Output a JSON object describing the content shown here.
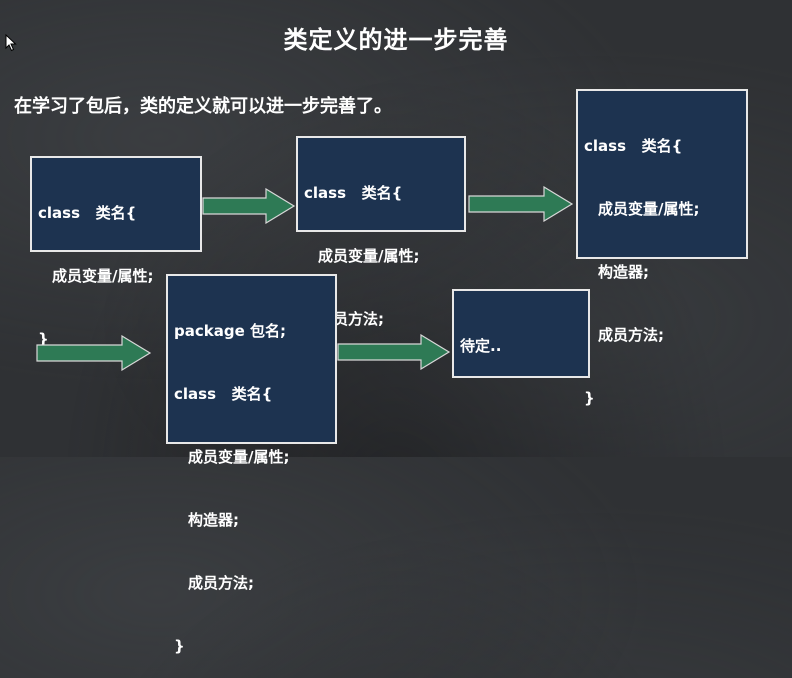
{
  "slide": {
    "title": "类定义的进一步完善",
    "subtitle": "在学习了包后，类的定义就可以进一步完善了。"
  },
  "boxes": {
    "b1": {
      "l1": "class   类名{",
      "l2": "成员变量/属性;",
      "l3": "}"
    },
    "b2": {
      "l1": "class   类名{",
      "l2": "成员变量/属性;",
      "l3": "成员方法;",
      "l4": "}"
    },
    "b3": {
      "l1": "class   类名{",
      "l2": "成员变量/属性;",
      "l3": "构造器;",
      "l4": "成员方法;",
      "l5": "}"
    },
    "b4": {
      "l1": "package 包名;",
      "l2": "class   类名{",
      "l3": "成员变量/属性;",
      "l4": "构造器;",
      "l5": "成员方法;",
      "l6": "}"
    },
    "b5": {
      "l1": "待定.."
    }
  },
  "colors": {
    "background": "#2f3134",
    "box_fill": "#1d3350",
    "box_border": "#e8e8e8",
    "arrow_fill": "#2e7a55",
    "text": "#ffffff"
  },
  "icons": {
    "cursor": "mouse-pointer-icon",
    "arrows": "right-arrow-icon"
  }
}
